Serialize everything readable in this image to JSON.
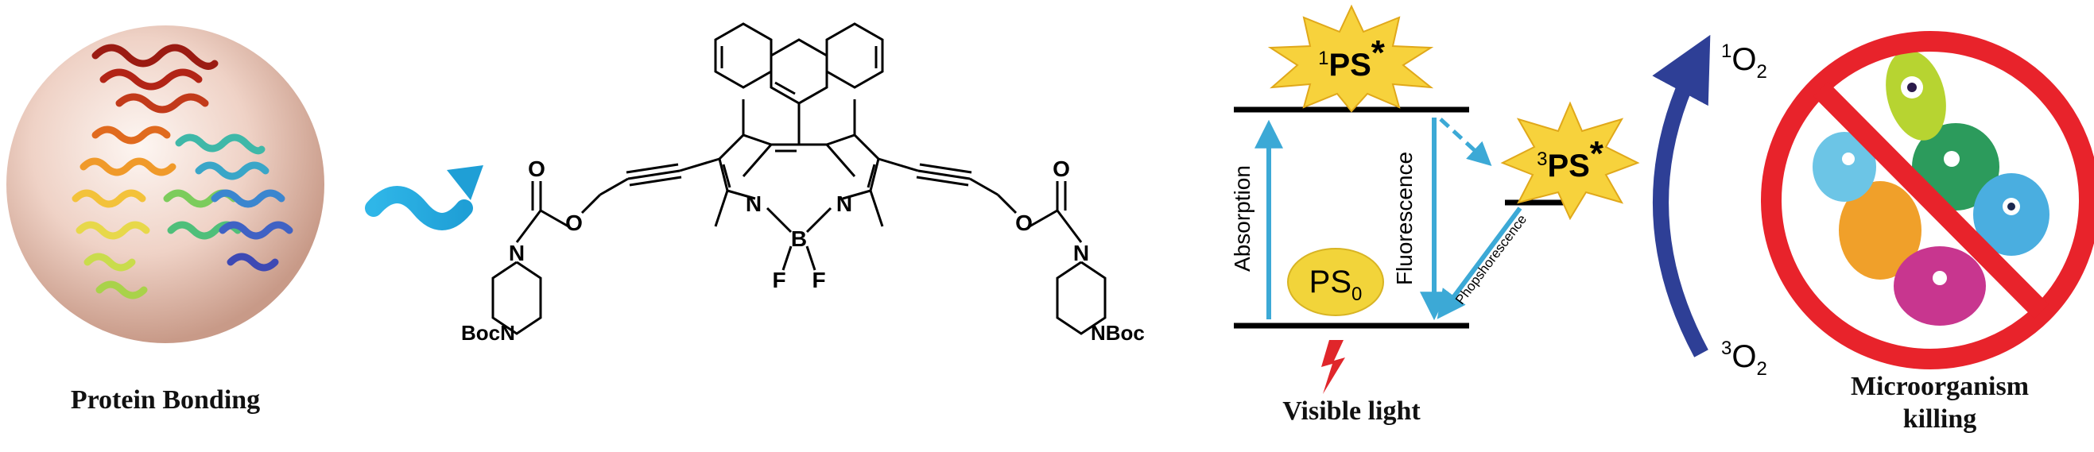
{
  "protein": {
    "caption": "Protein Bonding"
  },
  "molecule": {
    "atoms": {
      "n_left": "N",
      "n_right": "N",
      "boron": "B",
      "f_left": "F",
      "f_right": "F",
      "o_ester_left": "O",
      "o_carbonyl_left": "O",
      "o_ester_right": "O",
      "o_carbonyl_right": "O",
      "n_pip_left_top": "N",
      "n_pip_right_top": "N"
    },
    "boc_left": "BocN",
    "boc_right": "NBoc"
  },
  "jablonski": {
    "singlet_excited": {
      "sup": "1",
      "main": "PS",
      "star": "*"
    },
    "triplet_excited": {
      "sup": "3",
      "main": "PS",
      "star": "*"
    },
    "ground": {
      "main": "PS",
      "sub": "0"
    },
    "absorption_label": "Absorption",
    "fluorescence_label": "Fluorescence",
    "phosphorescence_label": "Phopshorescence",
    "light_caption": "Visible light"
  },
  "oxygen": {
    "singlet": {
      "sup": "1",
      "main": "O",
      "sub": "2"
    },
    "triplet": {
      "sup": "3",
      "main": "O",
      "sub": "2"
    }
  },
  "microbe": {
    "caption_line1": "Microorganism",
    "caption_line2": "killing"
  },
  "colors": {
    "arrow_blue": "#3ca9d6",
    "oxygen_arrow": "#2e3f96",
    "starburst": "#f7d23c",
    "ground_ellipse": "#f2d43a",
    "no_sign_red": "#e8232b",
    "lightning_red": "#e0262b"
  }
}
